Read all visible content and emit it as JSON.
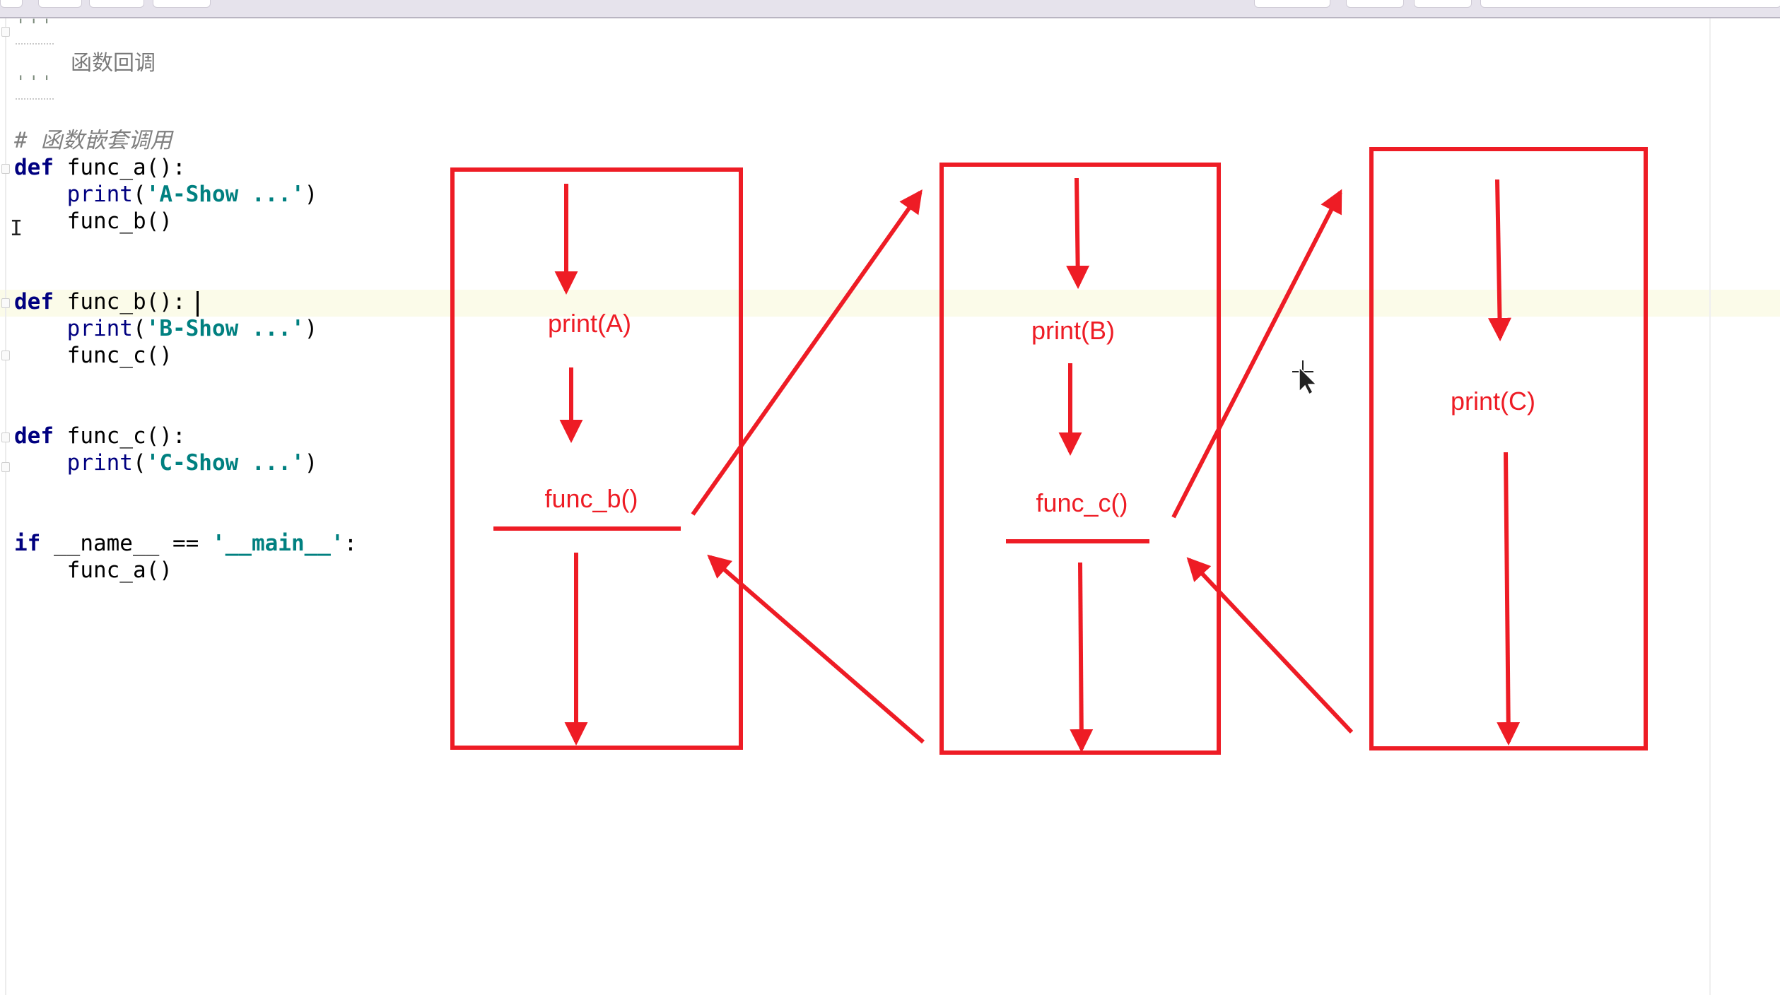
{
  "editor": {
    "docstring_open": "'''",
    "docstring_text": "函数回调",
    "docstring_close": "'''",
    "lines": [
      {
        "tokens": [
          {
            "t": "# 函数嵌套调用",
            "c": "cm"
          }
        ]
      },
      {
        "tokens": [
          {
            "t": "def",
            "c": "kw"
          },
          {
            "t": " func_a():",
            "c": "fn"
          }
        ]
      },
      {
        "tokens": [
          {
            "t": "    print",
            "c": "bi"
          },
          {
            "t": "(",
            "c": "fn"
          },
          {
            "t": "'A-Show ...'",
            "c": "str"
          },
          {
            "t": ")",
            "c": "fn"
          }
        ]
      },
      {
        "tokens": [
          {
            "t": "    func_b()",
            "c": "fn"
          }
        ]
      },
      {
        "tokens": [
          {
            "t": "def",
            "c": "kw"
          },
          {
            "t": " func_b():",
            "c": "fn"
          }
        ]
      },
      {
        "tokens": [
          {
            "t": "    print",
            "c": "bi"
          },
          {
            "t": "(",
            "c": "fn"
          },
          {
            "t": "'B-Show ...'",
            "c": "str"
          },
          {
            "t": ")",
            "c": "fn"
          }
        ]
      },
      {
        "tokens": [
          {
            "t": "    func_c()",
            "c": "fn"
          }
        ]
      },
      {
        "tokens": [
          {
            "t": "def",
            "c": "kw"
          },
          {
            "t": " func_c():",
            "c": "fn"
          }
        ]
      },
      {
        "tokens": [
          {
            "t": "    print",
            "c": "bi"
          },
          {
            "t": "(",
            "c": "fn"
          },
          {
            "t": "'C-Show ...'",
            "c": "str"
          },
          {
            "t": ")",
            "c": "fn"
          }
        ]
      },
      {
        "tokens": [
          {
            "t": "if",
            "c": "kw"
          },
          {
            "t": " __name__ == ",
            "c": "fn"
          },
          {
            "t": "'__main__'",
            "c": "str"
          },
          {
            "t": ":",
            "c": "fn"
          }
        ]
      },
      {
        "tokens": [
          {
            "t": "    func_a()",
            "c": "fn"
          }
        ]
      }
    ]
  },
  "diagram": {
    "stroke_color": "#ee1c25",
    "boxes": [
      {
        "name": "box-a",
        "top_label": "print(A)",
        "call_label": "func_b()"
      },
      {
        "name": "box-b",
        "top_label": "print(B)",
        "call_label": "func_c()"
      },
      {
        "name": "box-c",
        "top_label": "print(C)",
        "call_label": ""
      }
    ]
  },
  "colors": {
    "keyword": "#000080",
    "string": "#008080",
    "comment": "#808080",
    "current_line": "#fbfbe9",
    "annotation": "#ee1c25"
  }
}
